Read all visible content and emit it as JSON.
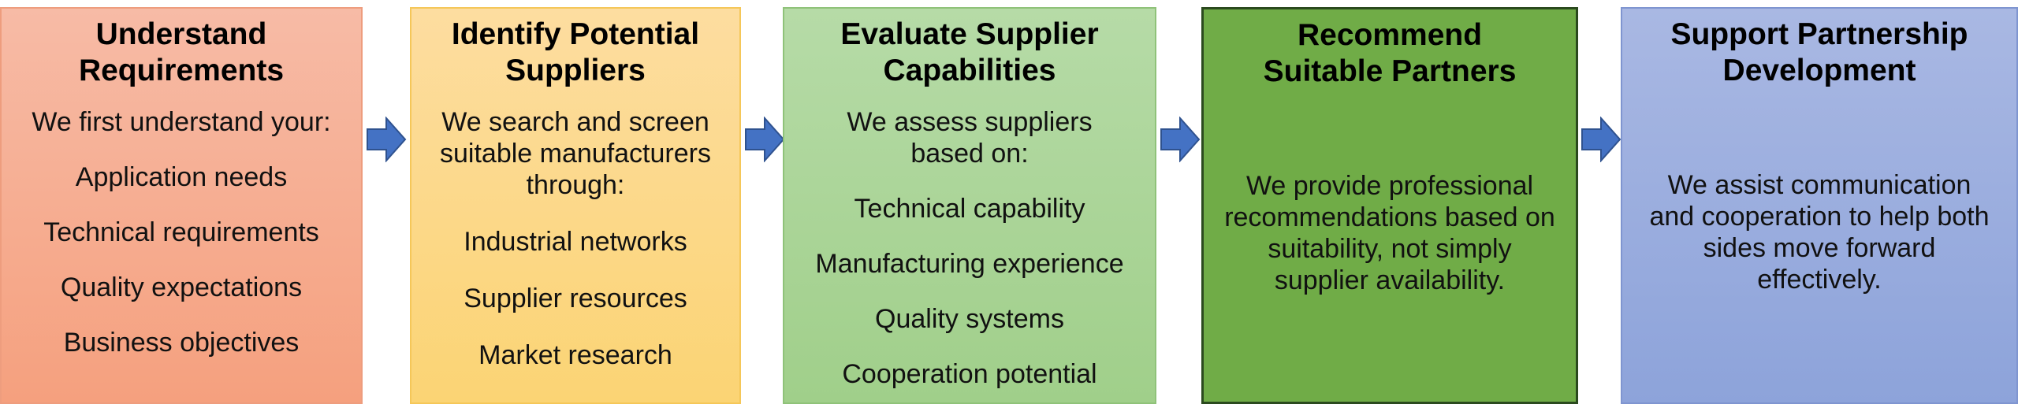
{
  "steps": [
    {
      "title_line1": "Understand",
      "title_line2": "Requirements",
      "intro": "We first understand your:",
      "items": [
        "Application needs",
        "Technical requirements",
        "Quality expectations",
        "Business objectives"
      ],
      "fill": "#f5a07e"
    },
    {
      "title_line1": "Identify Potential",
      "title_line2": "Suppliers",
      "intro": "We search and screen suitable manufacturers through:",
      "items": [
        "Industrial networks",
        "Supplier resources",
        "Market research"
      ],
      "fill": "#fbd474"
    },
    {
      "title_line1": "Evaluate Supplier",
      "title_line2": "Capabilities",
      "intro": "We assess suppliers based on:",
      "items": [
        "Technical capability",
        "Manufacturing experience",
        "Quality systems",
        "Cooperation potential"
      ],
      "fill": "#a0cf8a"
    },
    {
      "title_line1": "Recommend",
      "title_line2": "Suitable Partners",
      "paragraph": "We provide professional recommendations based on suitability, not simply supplier availability.",
      "fill": "#70ac47"
    },
    {
      "title_line1": "Support Partnership",
      "title_line2": "Development",
      "paragraph": "We assist communication and cooperation to help both sides move forward effectively.",
      "fill": "#8da3da"
    }
  ],
  "arrow_color": "#4472c4"
}
